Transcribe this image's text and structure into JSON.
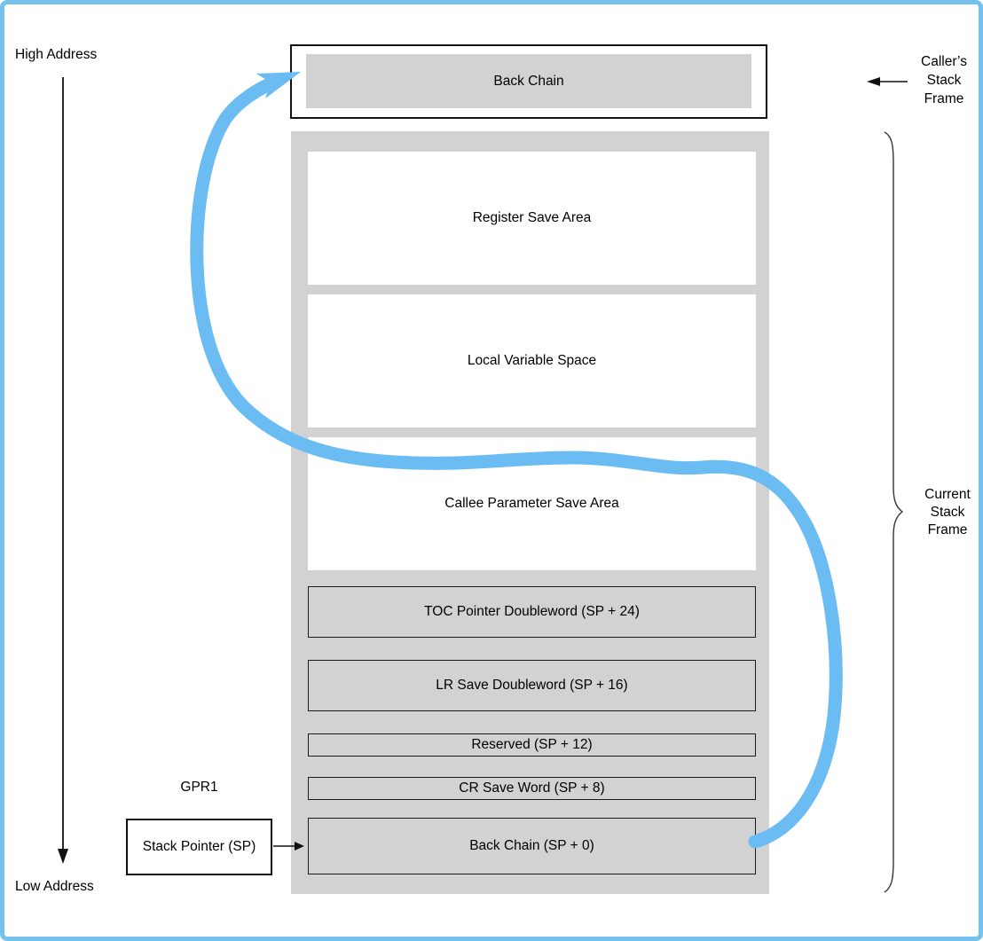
{
  "labels": {
    "high_address": "High Address",
    "low_address": "Low Address",
    "gpr1": "GPR1",
    "stack_pointer": "Stack Pointer (SP)"
  },
  "caller_frame": {
    "back_chain": "Back Chain",
    "label_lines": [
      "Caller’s",
      "Stack",
      "Frame"
    ]
  },
  "current_frame": {
    "label_lines": [
      "Current",
      "Stack",
      "Frame"
    ],
    "regions": [
      {
        "label": "Register Save Area",
        "style": "white"
      },
      {
        "label": "Local Variable Space",
        "style": "white"
      },
      {
        "label": "Callee Parameter Save Area",
        "style": "white"
      },
      {
        "label": "TOC Pointer Doubleword (SP + 24)",
        "style": "gray-bordered"
      },
      {
        "label": "LR Save Doubleword (SP + 16)",
        "style": "gray-bordered"
      },
      {
        "label": "Reserved (SP + 12)",
        "style": "gray-bordered"
      },
      {
        "label": "CR Save Word (SP + 8)",
        "style": "gray-bordered"
      },
      {
        "label": "Back Chain (SP + 0)",
        "style": "gray-bordered"
      }
    ]
  },
  "colors": {
    "page_border_blue": "#74c1f0",
    "pointer_arrow_blue": "#6bbcf3",
    "area_gray": "#d2d2d2",
    "line_black": "#111111"
  },
  "icons": {
    "address_direction_arrow": "down-arrow",
    "caller_frame_arrow": "left-arrow",
    "stack_pointer_arrow": "right-arrow",
    "back_chain_pointer": "curved-arrow",
    "current_frame_brace": "curly-brace"
  }
}
